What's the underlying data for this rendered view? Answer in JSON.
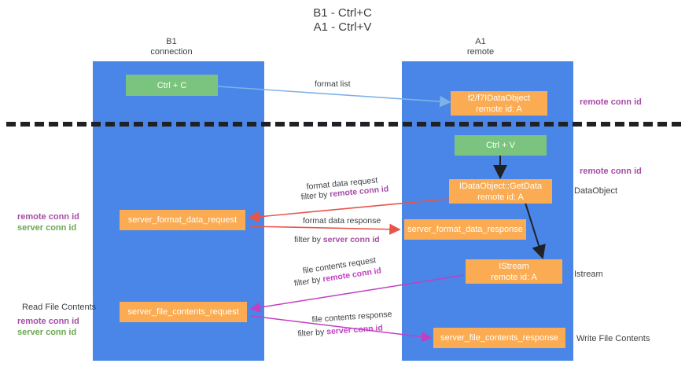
{
  "title": {
    "line1": "B1 - Ctrl+C",
    "line2": "A1 - Ctrl+V"
  },
  "columns": [
    {
      "name": "B1",
      "sub": "connection"
    },
    {
      "name": "A1",
      "sub": "remote"
    }
  ],
  "nodes": {
    "ctrl_c": {
      "label": "Ctrl + C"
    },
    "idataobject": {
      "label": "f2/f7IDataObject",
      "sub": "remote id: A"
    },
    "ctrl_v": {
      "label": "Ctrl + V"
    },
    "getdata": {
      "label": "IDataObject::GetData",
      "sub": "remote id: A"
    },
    "server_format_data_request": {
      "label": "server_format_data_request"
    },
    "server_format_data_response": {
      "label": "server_format_data_response"
    },
    "istream": {
      "label": "IStream",
      "sub": "remote id: A"
    },
    "server_file_contents_request": {
      "label": "server_file_contents_request"
    },
    "server_file_contents_response": {
      "label": "server_file_contents_response"
    }
  },
  "edges": {
    "format_list": "format list",
    "format_data_request": "format data request",
    "format_data_request_filter_prefix": "filter by ",
    "format_data_request_filter_key": "remote conn id",
    "format_data_response": "format data response",
    "format_data_response_filter_prefix": "filter by ",
    "format_data_response_filter_key": "server conn id",
    "file_contents_request": "file contents request",
    "file_contents_request_filter_prefix": "filter by ",
    "file_contents_request_filter_key": "remote conn id",
    "file_contents_response": "file contents response",
    "file_contents_response_filter_prefix": "filter by ",
    "file_contents_response_filter_key": "server conn id"
  },
  "annotations": {
    "right_remote_conn_id_top": "remote conn id",
    "right_remote_conn_id_mid": "remote conn id",
    "right_dataobject": "DataObject",
    "right_istream": "Istream",
    "right_write_file_contents": "Write File Contents",
    "left_remote_conn_id": "remote conn id",
    "left_server_conn_id": "server conn id",
    "left_read_file_contents": "Read File Contents",
    "left_remote_conn_id_2": "remote conn id",
    "left_server_conn_id_2": "server conn id"
  },
  "colors": {
    "lane": "#4a86e8",
    "green_node": "#7bc47f",
    "orange_node": "#fbab51",
    "purple": "#a64ca6",
    "green_text": "#6aa84f",
    "magenta": "#c23fc2",
    "red_arrow": "#e8544a",
    "blue_arrow": "#7eb3e8",
    "dark_arrow": "#202124"
  }
}
